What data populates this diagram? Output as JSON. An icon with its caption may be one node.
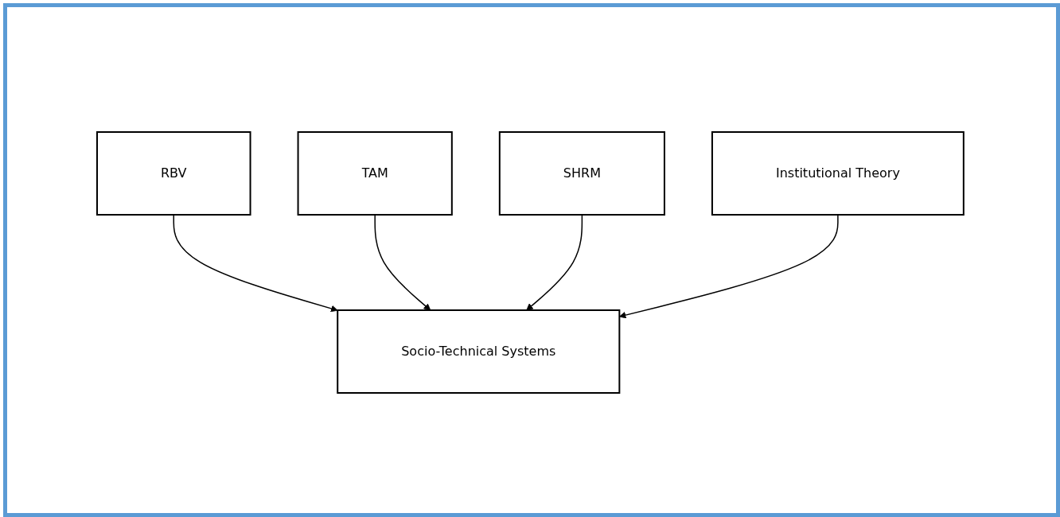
{
  "diagram": {
    "nodes": [
      {
        "text": [
          "RBV"
        ]
      },
      {
        "text": [
          "TAM"
        ]
      },
      {
        "text": [
          "SHRM"
        ]
      },
      {
        "text": [
          "Institutional Theory"
        ]
      },
      {
        "text": [
          "Socio-Technical Systems"
        ]
      }
    ],
    "edges": [
      {
        "from": 0,
        "to": 4,
        "arrow": "to"
      },
      {
        "from": 1,
        "to": 4,
        "arrow": "to"
      },
      {
        "from": 2,
        "to": 4,
        "arrow": "to"
      },
      {
        "from": 3,
        "to": 4,
        "arrow": "to"
      }
    ]
  }
}
